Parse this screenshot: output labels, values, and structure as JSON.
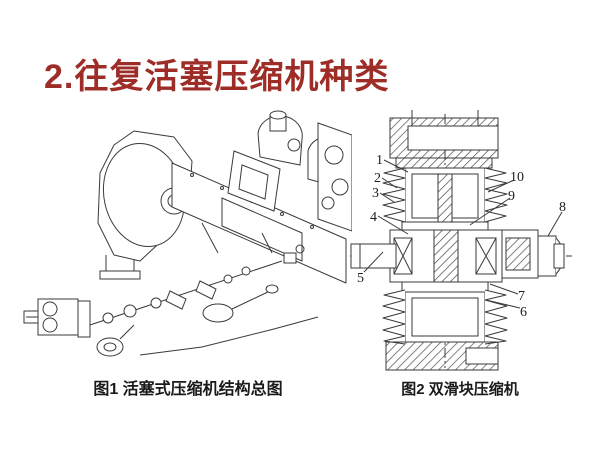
{
  "slide": {
    "title": "2.往复活塞压缩机种类"
  },
  "colors": {
    "title_red": "#9e2d28",
    "drawing_line": "#3a3a3a",
    "caption_text": "#1a1a1a",
    "background": "#ffffff"
  },
  "figures": {
    "fig1": {
      "caption": "图1 活塞式压缩机结构总图"
    },
    "fig2": {
      "caption": "图2 双滑块压缩机",
      "part_labels": [
        "1",
        "2",
        "3",
        "4",
        "5",
        "6",
        "7",
        "8",
        "9",
        "10"
      ]
    }
  }
}
